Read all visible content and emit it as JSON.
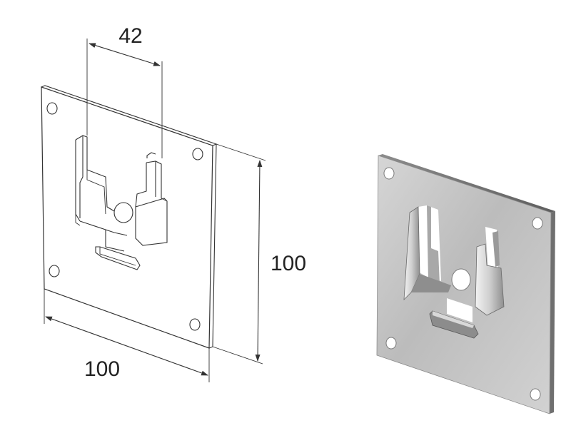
{
  "diagram": {
    "dimensions": {
      "top_width": "42",
      "height": "100",
      "bottom_width": "100"
    }
  },
  "colors": {
    "line": "#333333",
    "metal_light": "#e6e6e6",
    "metal_mid": "#b9b9b9",
    "metal_dark": "#7d7d7d"
  }
}
